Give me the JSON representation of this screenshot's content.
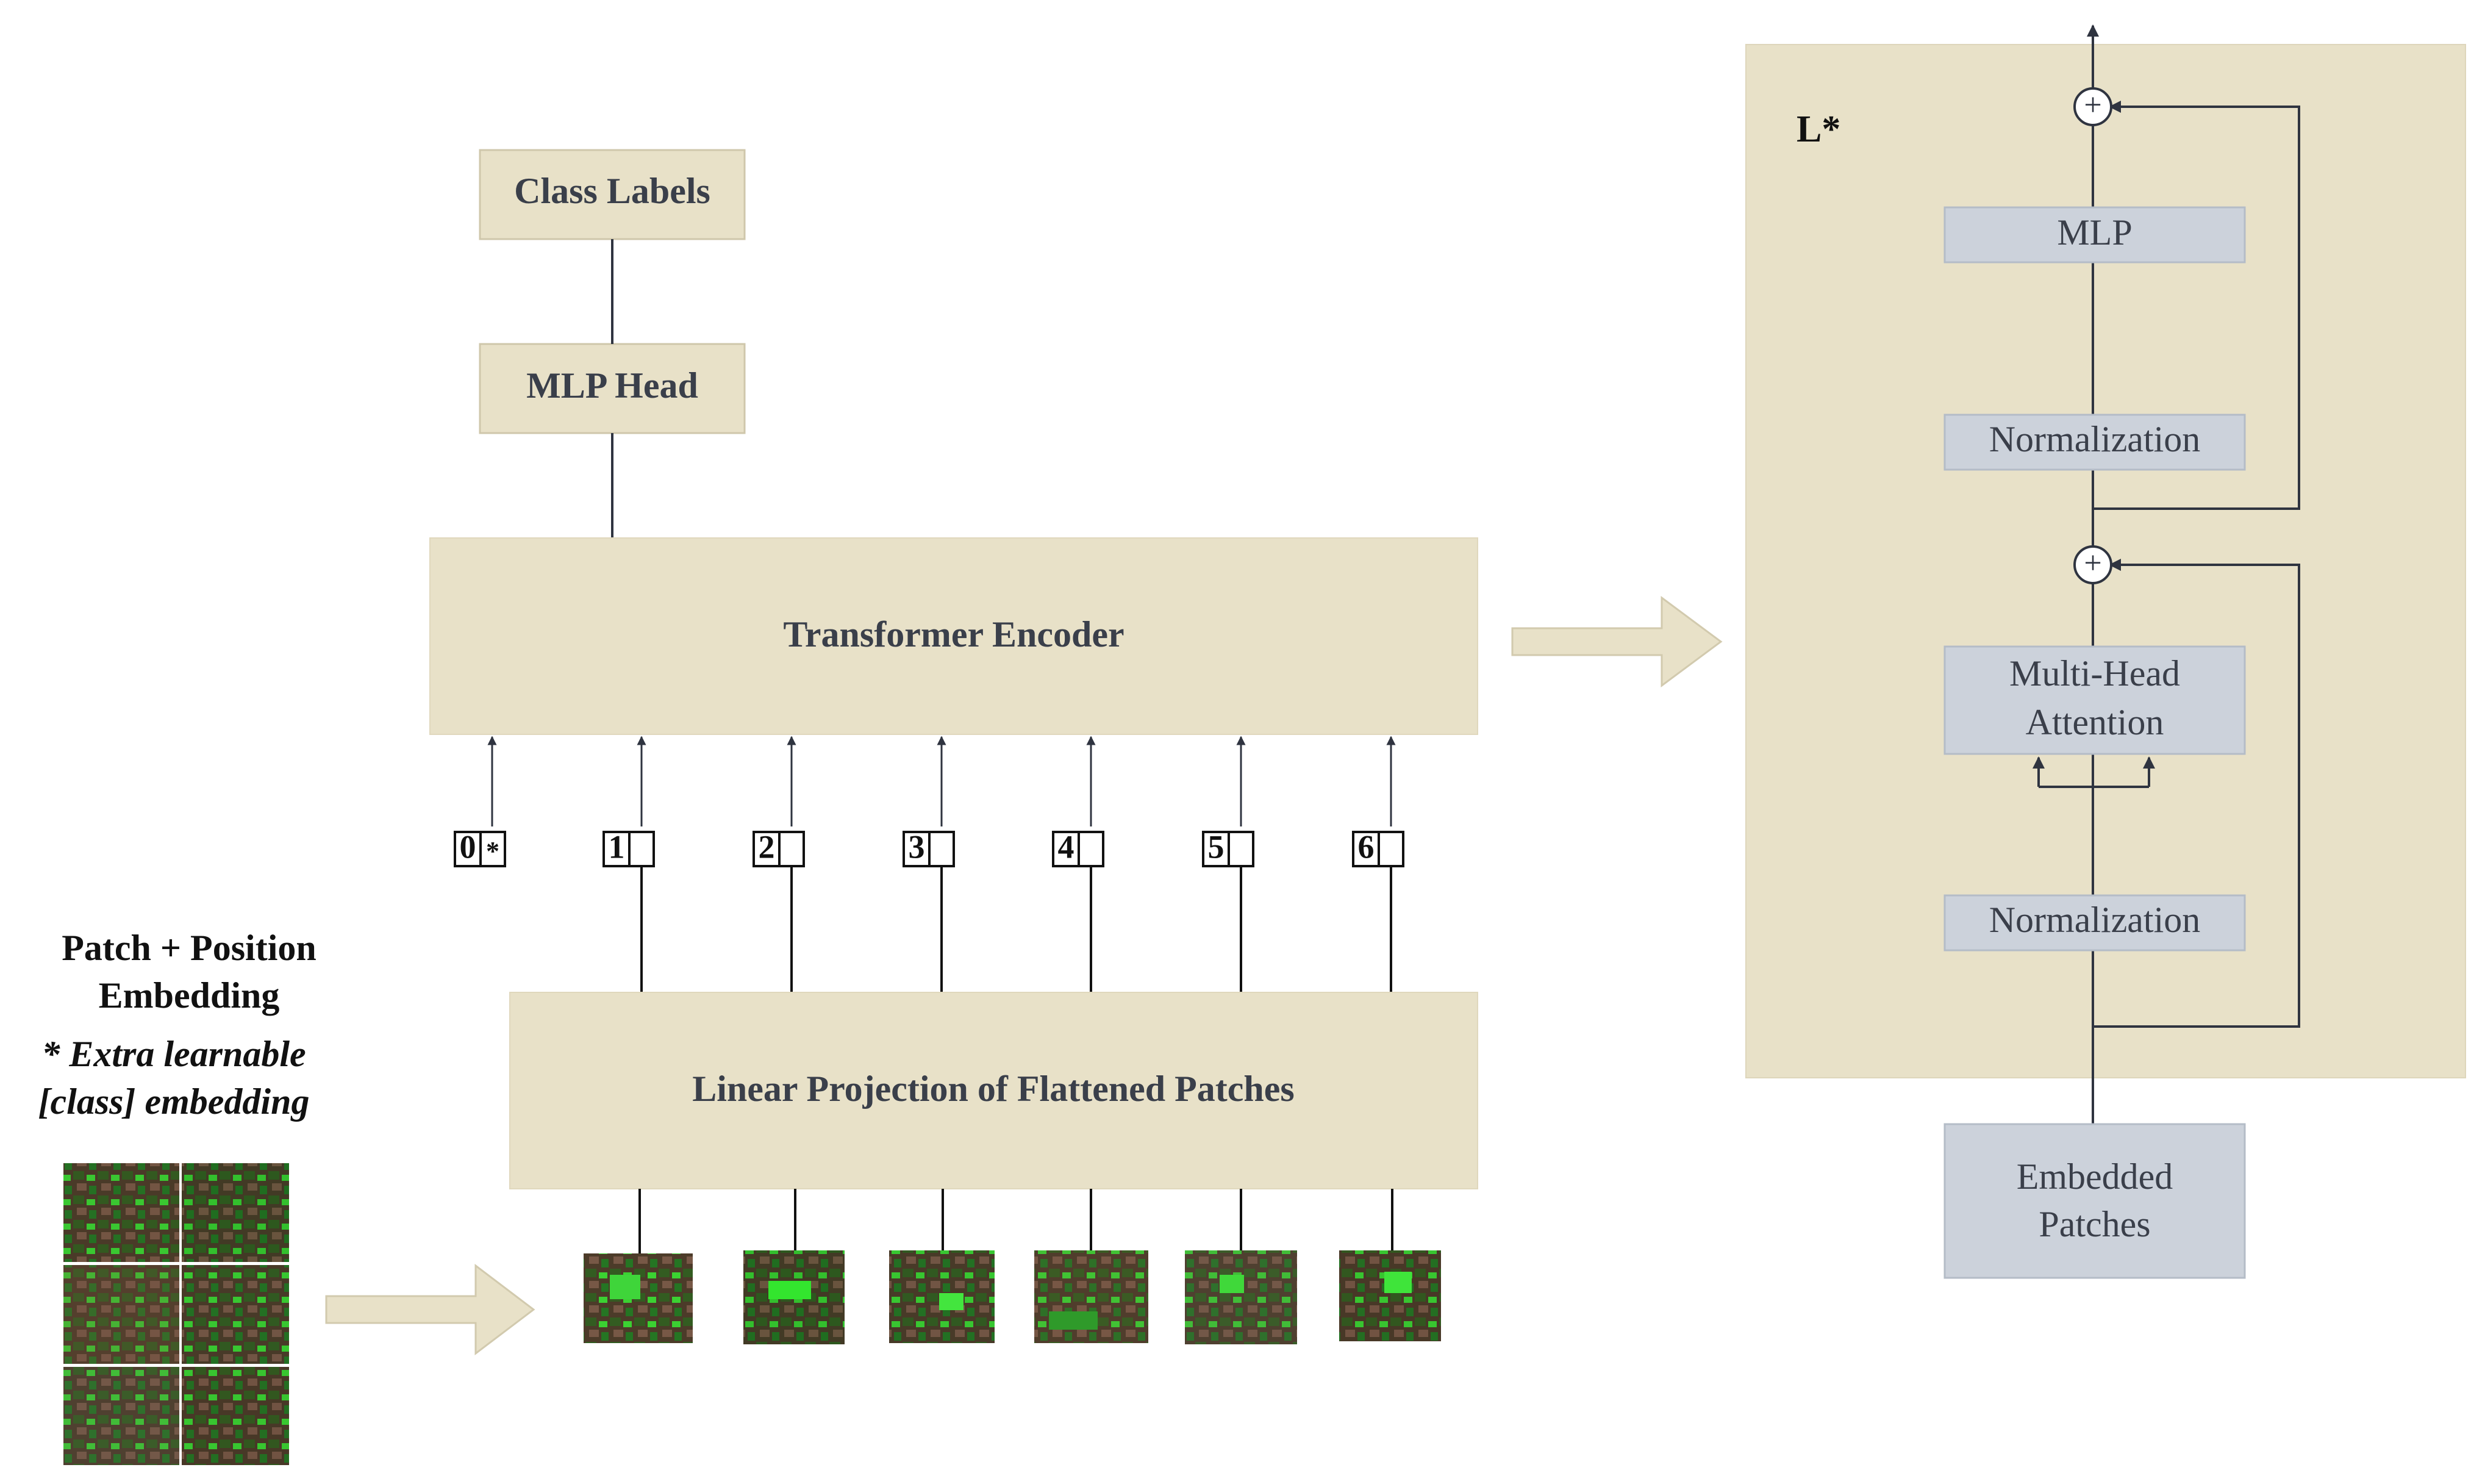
{
  "colors": {
    "beige": "#e8e1c8",
    "beige_border": "#cfc7ab",
    "gray_box": "#ccd2db",
    "gray_border": "#b4bcc7",
    "text_dark": "#3a3f4a",
    "line": "#2f3440"
  },
  "left": {
    "class_labels": "Class Labels",
    "mlp_head": "MLP Head",
    "transformer_encoder": "Transformer Encoder",
    "linear_projection": "Linear Projection of Flattened Patches",
    "embedding_title_line1": "Patch + Position",
    "embedding_title_line2": "Embedding",
    "extra_line1": "* Extra learnable",
    "extra_line2": "[class] embedding",
    "tokens": [
      {
        "index": "0",
        "mark": "*"
      },
      {
        "index": "1",
        "mark": ""
      },
      {
        "index": "2",
        "mark": ""
      },
      {
        "index": "3",
        "mark": ""
      },
      {
        "index": "4",
        "mark": ""
      },
      {
        "index": "5",
        "mark": ""
      },
      {
        "index": "6",
        "mark": ""
      }
    ]
  },
  "encoder_block": {
    "label": "L*",
    "mlp": "MLP",
    "norm_top": "Normalization",
    "mha_line1": "Multi-Head",
    "mha_line2": "Attention",
    "norm_bottom": "Normalization",
    "embedded_line1": "Embedded",
    "embedded_line2": "Patches",
    "plus": "+"
  }
}
